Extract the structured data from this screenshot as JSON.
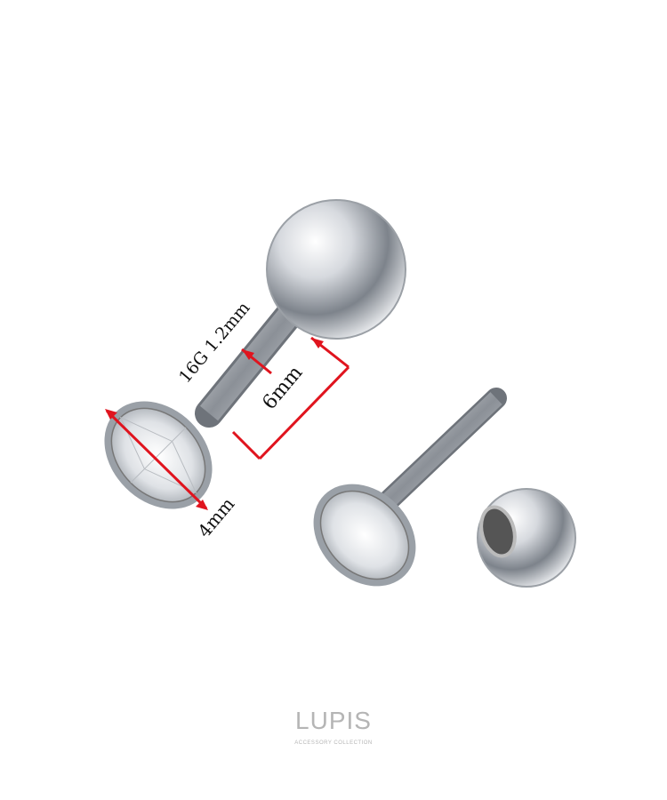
{
  "labels": {
    "gauge": "16G 1.2mm",
    "bar_length": "6mm",
    "stone_size": "4mm"
  },
  "logo": {
    "name": "LUPIS",
    "tagline": "ACCESSORY COLLECTION"
  },
  "colors": {
    "annotation": "#e0141e",
    "metal": "#c8ccd2"
  }
}
